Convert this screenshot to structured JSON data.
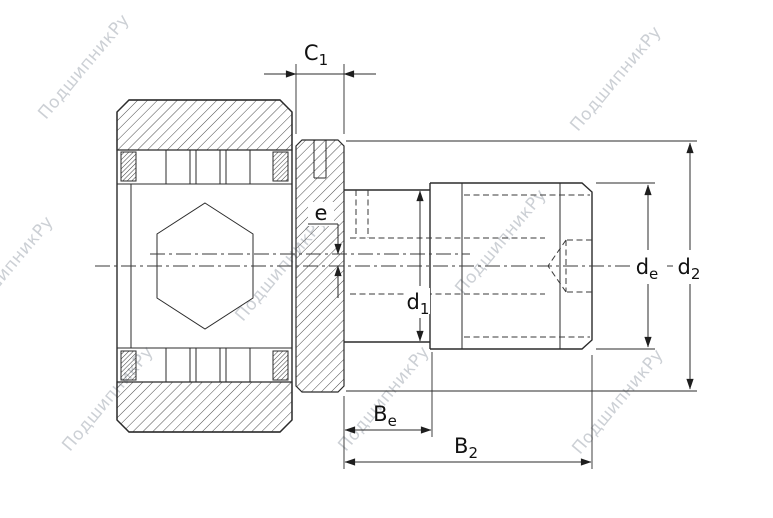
{
  "diagram": {
    "watermark": "ПодшипникРу",
    "dimensions": {
      "c1": {
        "main": "C",
        "sub": "1"
      },
      "e": {
        "main": "e",
        "sub": ""
      },
      "d1": {
        "main": "d",
        "sub": "1"
      },
      "de": {
        "main": "d",
        "sub": "e"
      },
      "d2": {
        "main": "d",
        "sub": "2"
      },
      "be": {
        "main": "B",
        "sub": "e"
      },
      "b2": {
        "main": "B",
        "sub": "2"
      }
    },
    "colors": {
      "line": "#2b2b2b",
      "watermark": "#c4c8ce",
      "background": "#ffffff"
    }
  }
}
